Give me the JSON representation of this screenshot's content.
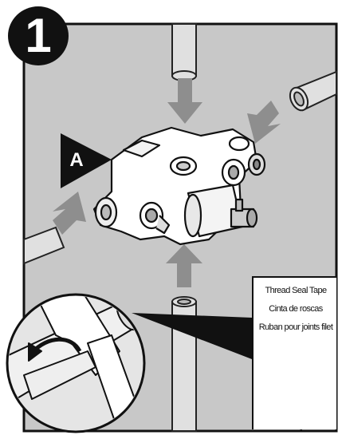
{
  "step": {
    "number": "1"
  },
  "callout": {
    "label": "A"
  },
  "tape_box": {
    "lines": [
      "Thread Seal Tape",
      "Cinta de roscas",
      "Ruban pour joints filet"
    ]
  },
  "colors": {
    "panel_gray": "#c8c8c8",
    "arrow_gray": "#8e8e8e",
    "line": "#111111",
    "background": "#ffffff"
  }
}
